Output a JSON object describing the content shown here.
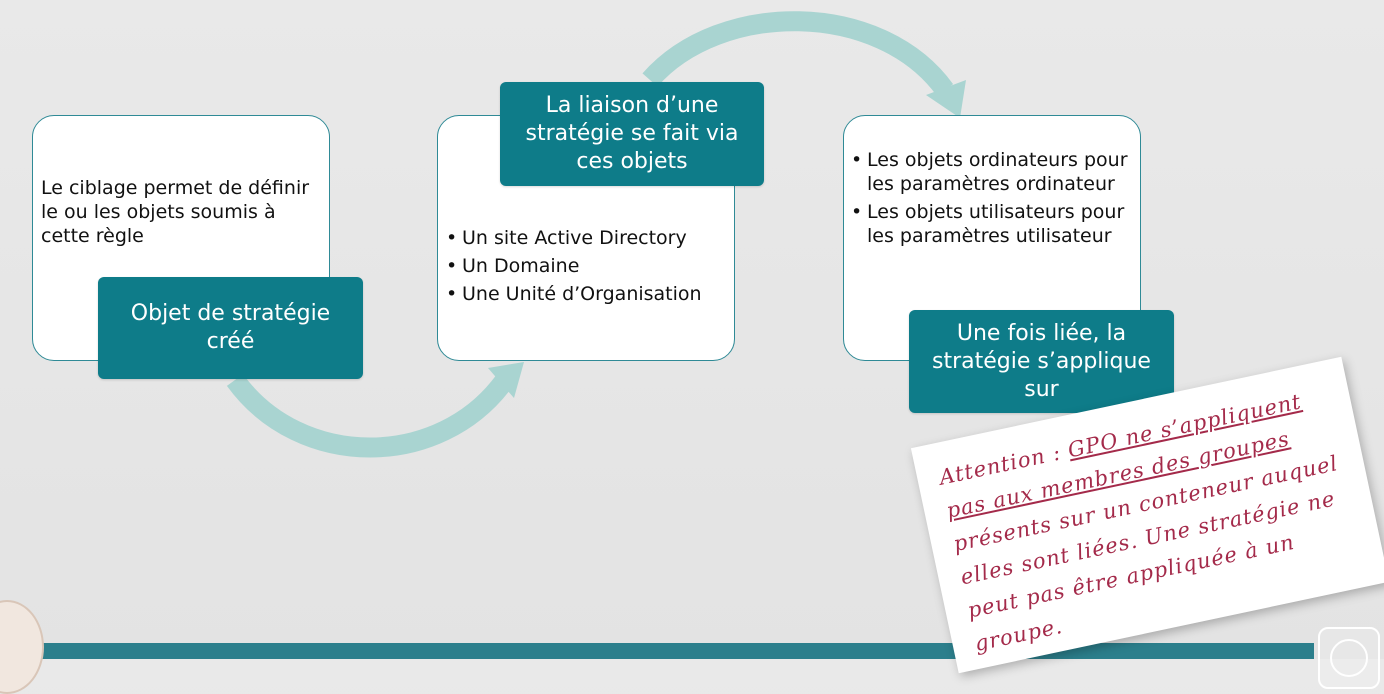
{
  "step1": {
    "description": "Le ciblage permet de définir le ou les objets soumis à cette règle",
    "title": "Objet de stratégie créé"
  },
  "step2": {
    "title": "La liaison d’une stratégie se fait via ces objets",
    "items": [
      "Un site Active Directory",
      "Un Domaine",
      "Une Unité d’Organisation"
    ]
  },
  "step3": {
    "items": [
      "Les objets ordinateurs pour les paramètres ordinateur",
      "Les objets utilisateurs pour les paramètres utilisateur"
    ],
    "title": "Une fois liée, la stratégie s’applique sur"
  },
  "note": {
    "label": "Attention :",
    "underlined": "GPO ne s’appliquent pas aux membres des groupes",
    "rest": "présents sur un conteneur auquel elles sont liées. Une stratégie ne peut pas être appliquée à un groupe."
  },
  "colors": {
    "accent": "#0e7c89",
    "arrow": "#a9d4d1",
    "note_text": "#a42a4a"
  }
}
